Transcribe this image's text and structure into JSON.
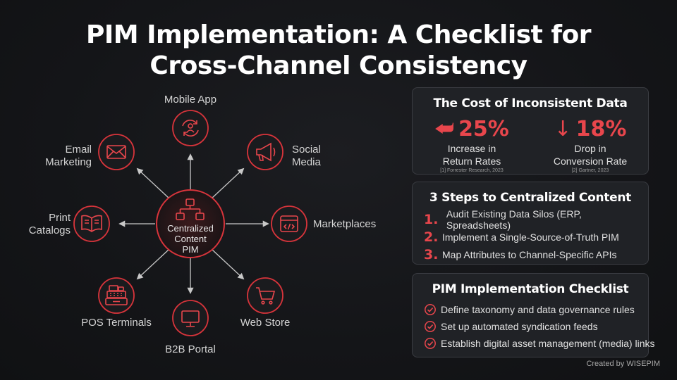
{
  "title": {
    "line1": "PIM Implementation: A Checklist for",
    "line2": "Cross-Channel Consistency"
  },
  "colors": {
    "accent": "#e8464c",
    "background": "#141518",
    "panel": "#202226"
  },
  "hub": {
    "label_lines": [
      "Centralized",
      "Content",
      "PIM"
    ],
    "icon": "hierarchy-icon"
  },
  "channels": [
    {
      "id": "mobile-app",
      "label_lines": [
        "Mobile App"
      ],
      "icon": "refresh-user-icon"
    },
    {
      "id": "social-media",
      "label_lines": [
        "Social",
        "Media"
      ],
      "icon": "megaphone-icon"
    },
    {
      "id": "marketplaces",
      "label_lines": [
        "Marketplaces"
      ],
      "icon": "code-window-icon"
    },
    {
      "id": "web-store",
      "label_lines": [
        "Web Store"
      ],
      "icon": "cart-icon"
    },
    {
      "id": "b2b-portal",
      "label_lines": [
        "B2B Portal"
      ],
      "icon": "monitor-icon"
    },
    {
      "id": "pos-terminals",
      "label_lines": [
        "POS Terminals"
      ],
      "icon": "cash-register-icon"
    },
    {
      "id": "print-catalogs",
      "label_lines": [
        "Print",
        "Catalogs"
      ],
      "icon": "open-book-icon"
    },
    {
      "id": "email-marketing",
      "label_lines": [
        "Email",
        "Marketing"
      ],
      "icon": "envelope-icon"
    }
  ],
  "cost_panel": {
    "heading": "The Cost of Inconsistent Data",
    "stats": [
      {
        "arrow": "⮨",
        "value": "25%",
        "line1": "Increase in",
        "line2": "Return Rates",
        "source": "[1] Forrester Research, 2023"
      },
      {
        "arrow": "↓",
        "value": "18%",
        "line1": "Drop in",
        "line2": "Conversion Rate",
        "source": "[2] Gartner, 2023"
      }
    ]
  },
  "steps_panel": {
    "heading": "3 Steps to Centralized Content",
    "steps": [
      {
        "num": "1.",
        "text": "Audit Existing Data Silos (ERP, Spreadsheets)"
      },
      {
        "num": "2.",
        "text": "Implement a Single-Source-of-Truth PIM"
      },
      {
        "num": "3.",
        "text": "Map Attributes to Channel-Specific APIs"
      }
    ]
  },
  "checklist_panel": {
    "heading": "PIM Implementation Checklist",
    "items": [
      "Define taxonomy and data governance rules",
      "Set up automated syndication feeds",
      "Establish digital asset management (media) links"
    ]
  },
  "credit": "Created by WISEPIM"
}
